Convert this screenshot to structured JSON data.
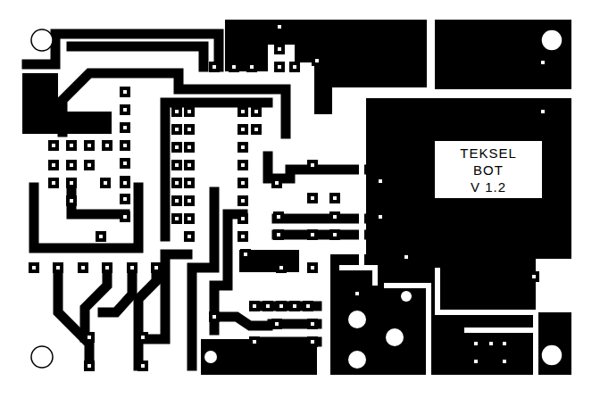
{
  "diagram": {
    "nodes": [
      {
        "text": [
          "TEKSEL",
          "BOT",
          "V 1.2"
        ]
      }
    ]
  }
}
